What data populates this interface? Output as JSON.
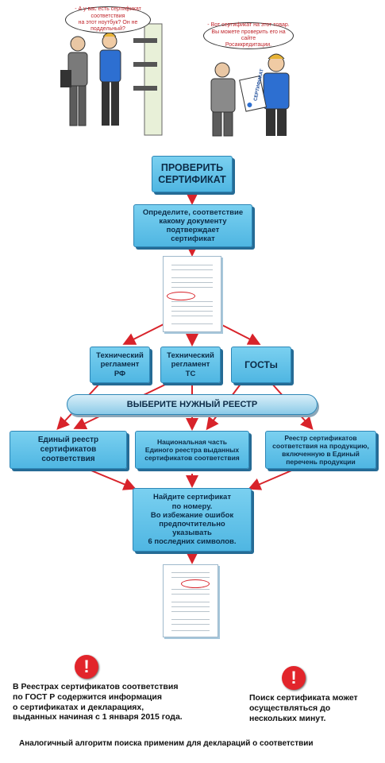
{
  "illustrations": {
    "left_bubble": "- А у вас есть сертификат соответствия\nна этот ноутбук? Он не поддельный?",
    "right_bubble": "- Вот сертификат на этот товар.\nВы можете проверить его на сайте\nРосаккредитации.",
    "certificate_label": "СЕРТИФИКАТ"
  },
  "steps": {
    "start": "ПРОВЕРИТЬ\nСЕРТИФИКАТ",
    "determine": "Определите, соответствие\nкакому документу\nподтверждает\nсертификат"
  },
  "categories": {
    "tr_rf": "Технический\nрегламент\nРФ",
    "tr_ts": "Технический\nрегламент\nТС",
    "gost": "ГОСТы"
  },
  "registry_banner": "ВЫБЕРИТЕ НУЖНЫЙ РЕЕСТР",
  "registries": {
    "unified": "Единый реестр\nсертификатов\nсоответствия",
    "national": "Национальная часть\nЕдиного реестра выданных\nсертификатов соответствия",
    "products": "Реестр сертификатов\nсоответствия на продукцию,\nвключенную в Единый\nперечень продукции"
  },
  "find_step": "Найдите сертификат\nпо номеру.\nВо избежание ошибок\nпредпочтительно\nуказывать\n6 последних символов.",
  "notes": {
    "left": "В Реестрах сертификатов соответствия\nпо ГОСТ Р содержится информация\nо сертификатах и декларациях,\nвыданных начиная с 1 января 2015 года.",
    "right": "Поиск сертификата может\nосуществляться до\nнескольких минут.",
    "footer": "Аналогичный алгоритм поиска применим для деклараций о соответствии"
  },
  "colors": {
    "box_fill": "#5bbfe8",
    "box_border": "#2d86b6",
    "arrow": "#d8232a",
    "warning": "#e2252b"
  }
}
